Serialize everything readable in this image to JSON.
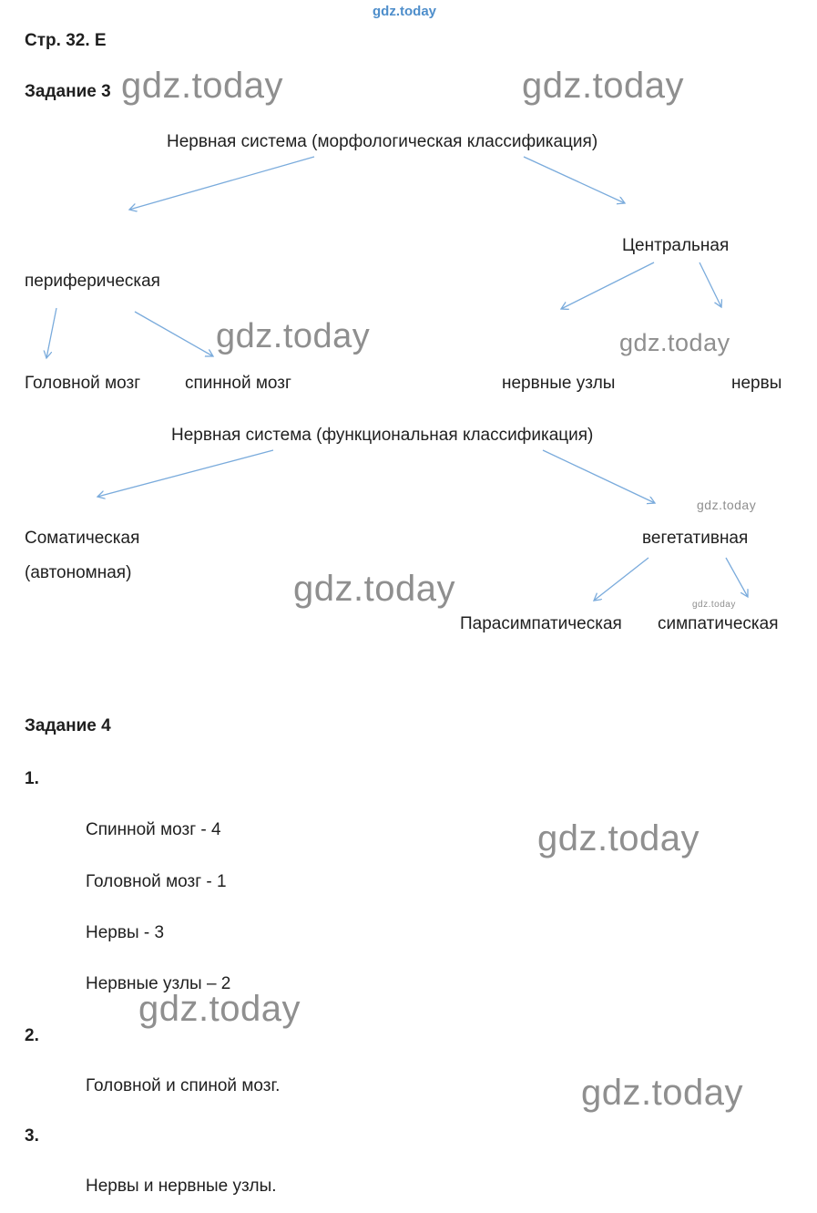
{
  "watermark": {
    "text": "gdz.today"
  },
  "header": {
    "page_label": "Стр. 32. Е"
  },
  "task3": {
    "label": "Задание 3",
    "morph": {
      "title": "Нервная система (морфологическая классификация)",
      "branch_left": "периферическая",
      "branch_right": "Центральная",
      "leaves": [
        "Головной мозг",
        "спинной мозг",
        "нервные узлы",
        "нервы"
      ]
    },
    "func": {
      "title": "Нервная система (функциональная классификация)",
      "branch_left": "Соматическая",
      "branch_left_sub": "(автономная)",
      "branch_right": "вегетативная",
      "leaves": [
        "Парасимпатическая",
        "симпатическая"
      ]
    }
  },
  "task4": {
    "label": "Задание 4",
    "items": [
      {
        "num": "1.",
        "lines": [
          "Спинной мозг - 4",
          "Головной мозг - 1",
          "Нервы - 3",
          "Нервные узлы – 2"
        ]
      },
      {
        "num": "2.",
        "lines": [
          "Головной и спиной мозг."
        ]
      },
      {
        "num": "3.",
        "lines": [
          "Нервы и нервные узлы."
        ]
      }
    ]
  },
  "colors": {
    "arrow": "#7aabdc",
    "watermark_gray": "#8f8f8f",
    "watermark_blue": "#4e8ecb",
    "text": "#1f1f1f"
  }
}
